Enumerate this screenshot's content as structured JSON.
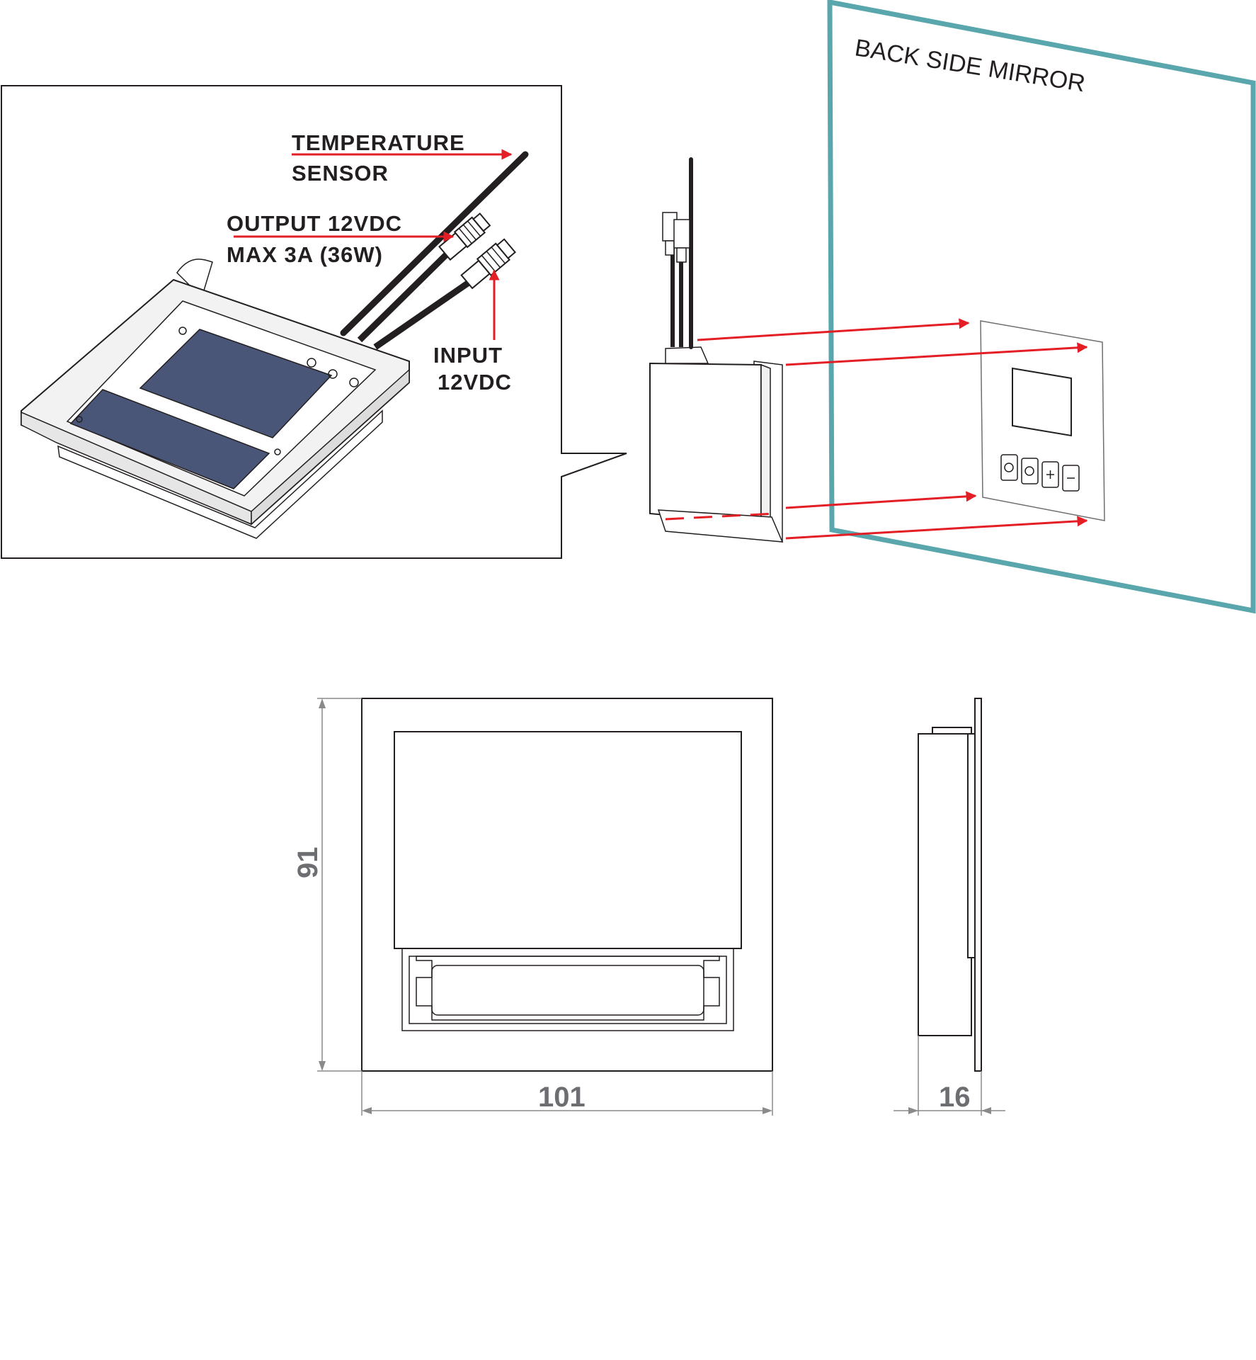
{
  "labels": {
    "temperature_sensor_line1": "TEMPERATURE",
    "temperature_sensor_line2": "SENSOR",
    "output_line1": "OUTPUT 12VDC",
    "output_line2": "MAX 3A (36W)",
    "input_line1": "INPUT",
    "input_line2": "12VDC",
    "mirror": "BACK SIDE MIRROR"
  },
  "dimensions": {
    "height": "91",
    "width": "101",
    "depth": "16"
  },
  "colors": {
    "mirror": "#5aa6ad",
    "arrows": "#e31e24",
    "glass_panel": "#4a5677",
    "dimension_text": "#6d6e71",
    "outline": "#231f20"
  },
  "icons": {
    "keypad_buttons": [
      "power-icon",
      "light-icon",
      "plus-icon",
      "minus-icon"
    ]
  }
}
